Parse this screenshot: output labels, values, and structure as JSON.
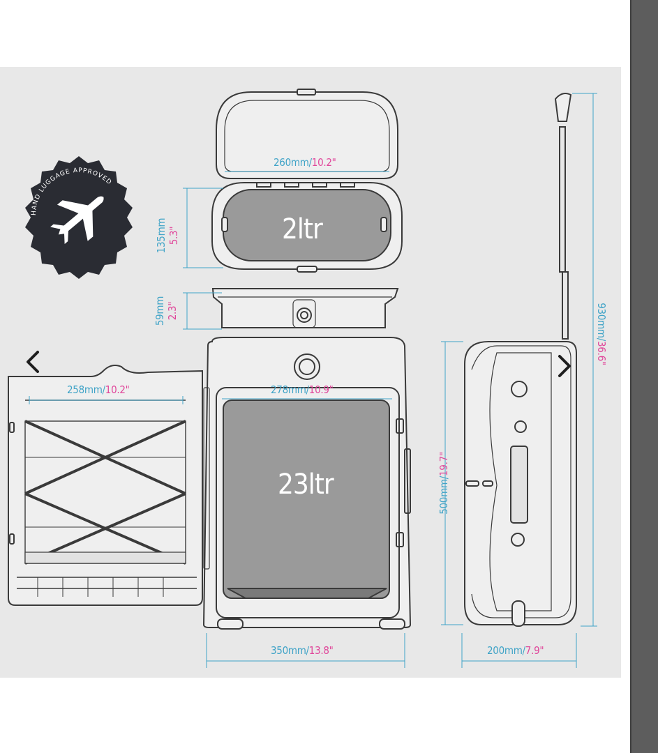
{
  "viewer": {
    "badge": {
      "text": "HAND LUGGAGE APPROVED"
    },
    "nav": {
      "prev_icon": "chevron-left-icon",
      "next_icon": "chevron-right-icon"
    },
    "capacities": {
      "top": "2ltr",
      "main": "23ltr"
    },
    "dimensions": {
      "lid_width": {
        "mm": "260mm/",
        "inch": "10.2\""
      },
      "door_width": {
        "mm": "258mm/",
        "inch": "10.2\""
      },
      "main_width": {
        "mm": "278mm/",
        "inch": "10.9\""
      },
      "base_width": {
        "mm": "350mm/",
        "inch": "13.8\""
      },
      "side_width": {
        "mm": "200mm/",
        "inch": "7.9\""
      },
      "lid_depth": {
        "mm": "135mm",
        "inch": "5.3\""
      },
      "tray_depth": {
        "mm": "59mm",
        "inch": "2.3\""
      },
      "body_height": {
        "mm": "500mm/",
        "inch": "19.7\""
      },
      "total_height": {
        "mm": "930mm/",
        "inch": "36.6\""
      }
    }
  },
  "colors": {
    "background": "#e8e8e8",
    "cyan": "#3fa3c7",
    "magenta": "#e0469a",
    "badge": "#2a2c33",
    "scrollbar": "#5d5d5d"
  }
}
